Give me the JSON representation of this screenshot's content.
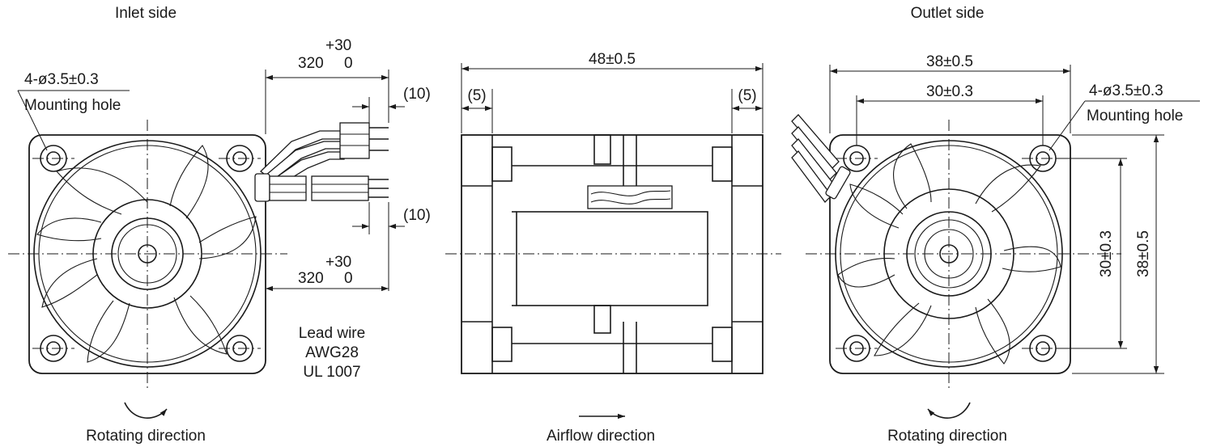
{
  "views": {
    "inlet": {
      "title": "Inlet side",
      "mounting_hole_spec": "4-ø3.5±0.3",
      "mounting_hole_label": "Mounting hole",
      "rotation_label": "Rotating direction"
    },
    "side": {
      "width_dim": "48±0.5",
      "left_margin_dim": "(5)",
      "right_margin_dim": "(5)",
      "airflow_label": "Airflow direction"
    },
    "outlet": {
      "title": "Outlet side",
      "mounting_hole_spec": "4-ø3.5±0.3",
      "mounting_hole_label": "Mounting hole",
      "rotation_label": "Rotating direction",
      "outer_width_dim": "38±0.5",
      "hole_pitch_dim": "30±0.3",
      "hole_pitch_vertical_dim": "30±0.3",
      "outer_height_dim": "38±0.5"
    }
  },
  "lead_wire": {
    "upper_tol": "+30",
    "upper_length": "320",
    "upper_lower_tol": "0",
    "upper_strip": "(10)",
    "lower_tol": "+30",
    "lower_length": "320",
    "lower_lower_tol": "0",
    "lower_strip": "(10)",
    "spec_line1": "Lead wire",
    "spec_line2": "AWG28",
    "spec_line3": "UL 1007"
  }
}
